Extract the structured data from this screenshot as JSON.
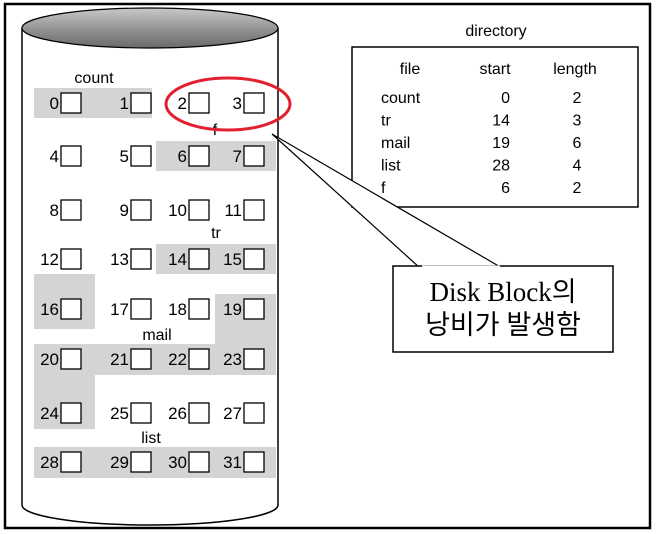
{
  "directory": {
    "title": "directory",
    "headers": [
      "file",
      "start",
      "length"
    ],
    "rows": [
      {
        "file": "count",
        "start": "0",
        "length": "2"
      },
      {
        "file": "tr",
        "start": "14",
        "length": "3"
      },
      {
        "file": "mail",
        "start": "19",
        "length": "6"
      },
      {
        "file": "list",
        "start": "28",
        "length": "4"
      },
      {
        "file": "f",
        "start": "6",
        "length": "2"
      }
    ]
  },
  "disk": {
    "blocks": [
      "0",
      "1",
      "2",
      "3",
      "4",
      "5",
      "6",
      "7",
      "8",
      "9",
      "10",
      "11",
      "12",
      "13",
      "14",
      "15",
      "16",
      "17",
      "18",
      "19",
      "20",
      "21",
      "22",
      "23",
      "24",
      "25",
      "26",
      "27",
      "28",
      "29",
      "30",
      "31"
    ],
    "file_labels": [
      "count",
      "f",
      "tr",
      "mail",
      "list"
    ],
    "allocated_blocks": [
      0,
      1,
      6,
      7,
      14,
      15,
      16,
      19,
      20,
      21,
      22,
      23,
      24,
      28,
      29,
      30,
      31
    ]
  },
  "callout": {
    "line1": "Disk Block의",
    "line2": "낭비가 발생함"
  },
  "colors": {
    "allocated_shade": "#d4d4d4",
    "highlight": "#e2202f",
    "disk_top": "#9a9a9a"
  }
}
